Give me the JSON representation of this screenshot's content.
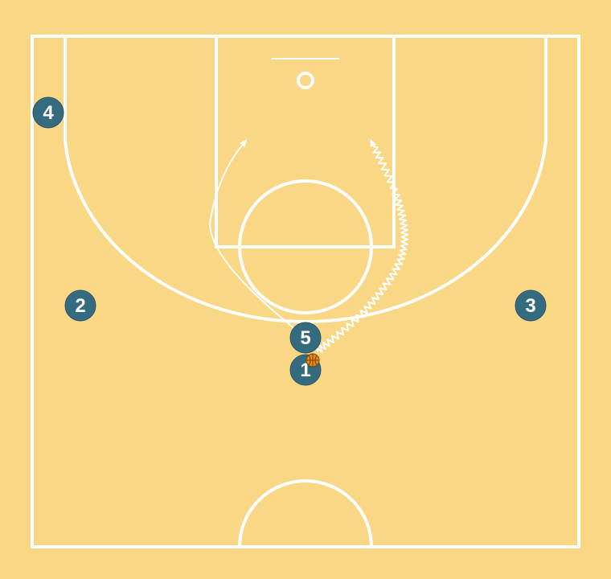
{
  "court": {
    "floor_color": "#fad784",
    "line_color": "#ffffff"
  },
  "colors": {
    "player_fill": "#346b7e",
    "player_text": "#ffffff",
    "ball": "#e8891c"
  },
  "players": [
    {
      "id": "1",
      "label": "1",
      "has_ball": true
    },
    {
      "id": "2",
      "label": "2"
    },
    {
      "id": "3",
      "label": "3"
    },
    {
      "id": "4",
      "label": "4"
    },
    {
      "id": "5",
      "label": "5"
    }
  ],
  "movements": [
    {
      "player": "5",
      "type": "cut",
      "icon": "arrow-cut"
    },
    {
      "player": "1",
      "type": "dribble",
      "icon": "zigzag-dribble"
    }
  ],
  "ball": {
    "icon": "basketball-icon",
    "holder": "1"
  }
}
